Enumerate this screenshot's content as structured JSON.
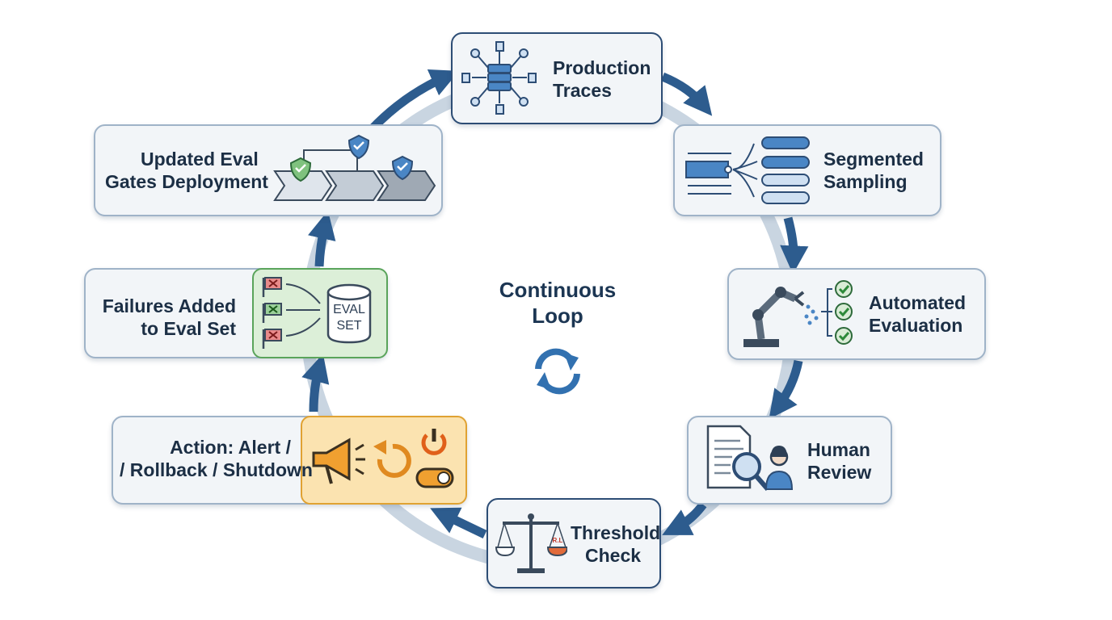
{
  "center": {
    "line1": "Continuous",
    "line2": "Loop"
  },
  "steps": [
    {
      "line1": "Production",
      "line2": "Traces"
    },
    {
      "line1": "Segmented",
      "line2": "Sampling"
    },
    {
      "line1": "Automated",
      "line2": "Evaluation"
    },
    {
      "line1": "Human",
      "line2": "Review"
    },
    {
      "line1": "Threshold",
      "line2": "Check"
    },
    {
      "line1": "Action: Alert /",
      "line2": "/ Rollback / Shutdown"
    },
    {
      "line1": "Failures Added",
      "line2": "to Eval Set"
    },
    {
      "line1": "Updated Eval",
      "line2": "Gates Deployment"
    }
  ],
  "icon_text": {
    "eval_db_line1": "EVAL",
    "eval_db_line2": "SET",
    "scale_mark": "R.L"
  },
  "colors": {
    "arrow": "#2d5c8e",
    "ring": "#c5d2df",
    "box_border": "#2d4d75",
    "green_panel": "#dcefd8",
    "orange_panel": "#fbe3b0"
  }
}
